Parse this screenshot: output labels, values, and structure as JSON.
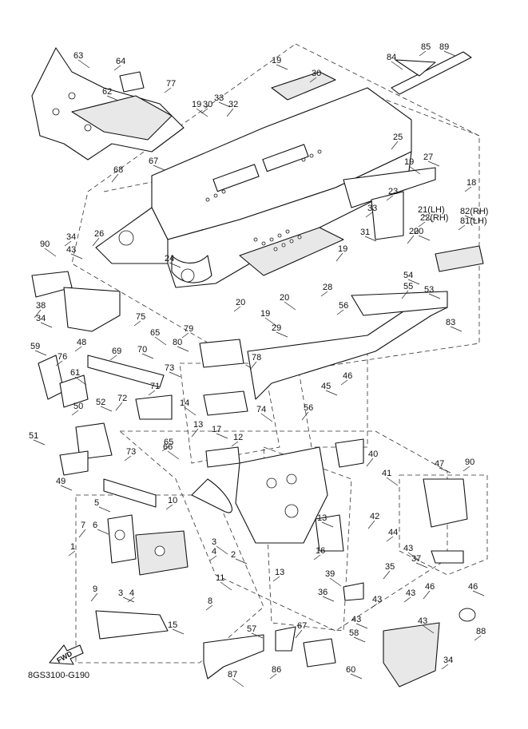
{
  "diagram_code": "8GS3100-G190",
  "fwd_label": "FWD",
  "callouts": [
    "63",
    "64",
    "62",
    "68",
    "67",
    "77",
    "19",
    "30",
    "33",
    "32",
    "19",
    "30",
    "84",
    "85",
    "89",
    "25",
    "27",
    "18",
    "19",
    "23",
    "20",
    "26",
    "24",
    "33",
    "21(LH)",
    "22(RH)",
    "31",
    "20",
    "82(RH)",
    "81(LH)",
    "90",
    "34",
    "43",
    "38",
    "34",
    "48",
    "19",
    "28",
    "54",
    "55",
    "53",
    "20",
    "20",
    "56",
    "29",
    "19",
    "83",
    "75",
    "65",
    "79",
    "80",
    "78",
    "59",
    "76",
    "61",
    "69",
    "70",
    "72",
    "73",
    "71",
    "14",
    "46",
    "45",
    "56",
    "52",
    "50",
    "74",
    "12",
    "51",
    "13",
    "17",
    "73",
    "66",
    "65",
    "49",
    "40",
    "47",
    "90",
    "41",
    "10",
    "5",
    "7",
    "6",
    "1",
    "3",
    "4",
    "2",
    "9",
    "3",
    "4",
    "11",
    "8",
    "15",
    "42",
    "13",
    "44",
    "43",
    "16",
    "37",
    "46",
    "46",
    "13",
    "39",
    "43",
    "36",
    "35",
    "43",
    "43",
    "43",
    "88",
    "57",
    "67",
    "58",
    "34",
    "87",
    "86",
    "60",
    "76"
  ]
}
